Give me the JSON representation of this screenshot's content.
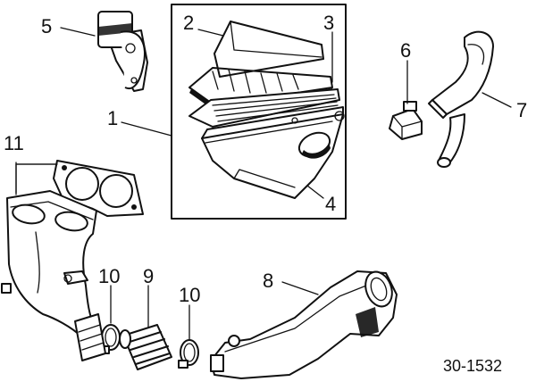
{
  "callouts": {
    "c1": "1",
    "c2": "2",
    "c3": "3",
    "c4": "4",
    "c5": "5",
    "c6": "6",
    "c7": "7",
    "c8": "8",
    "c9": "9",
    "c10a": "10",
    "c10b": "10",
    "c11": "11"
  },
  "reference_number": "30-1532",
  "colors": {
    "ink": "#111111",
    "paper": "#ffffff"
  }
}
